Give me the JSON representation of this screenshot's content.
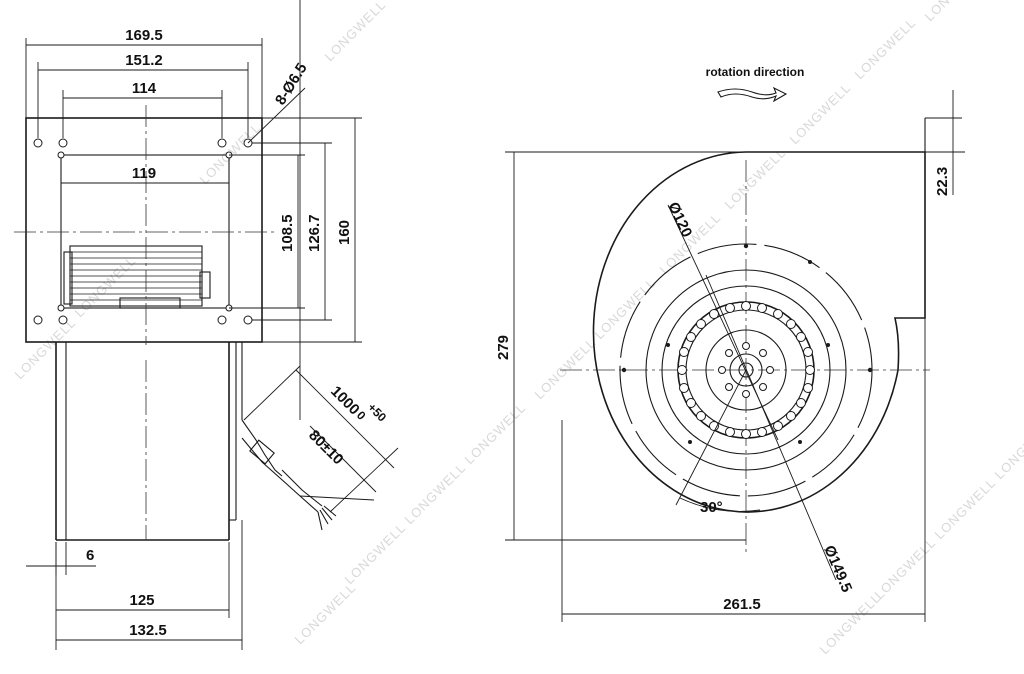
{
  "watermark": "LONGWELL",
  "side_view": {
    "width_overall": "169.5",
    "width_holes_outer": "151.2",
    "width_holes_inner": "114",
    "hole_spec": "8-Ø6.5",
    "outlet_width": "119",
    "outlet_height": "108.5",
    "holes_vertical": "126.7",
    "flange_height": "160",
    "cable_length": "1000",
    "cable_tol_upper": "+50",
    "cable_tol_lower": "0",
    "strip_length": "80±10",
    "offset": "6",
    "body_width": "125",
    "body_width_overall": "132.5"
  },
  "front_view": {
    "rotation_label": "rotation direction",
    "flange_offset": "22.3",
    "height_overall": "279",
    "impeller_dia": "Ø120",
    "angle": "30°",
    "housing_dia": "Ø149.5",
    "width_overall": "261.5"
  }
}
